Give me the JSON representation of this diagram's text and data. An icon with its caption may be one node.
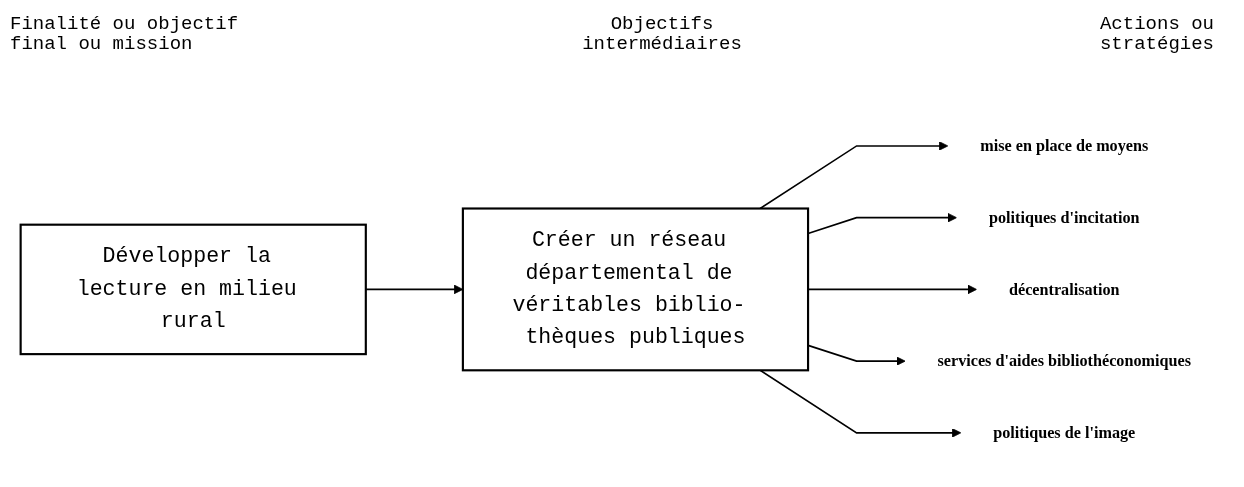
{
  "diagram": {
    "nodes": [
      {
        "text": [
          "Développer la lecture en milieu rural"
        ]
      },
      {
        "text": [
          "Créer un réseau départemental de véritables biblio- thèques publiques"
        ]
      },
      {
        "text": [
          "mise en place de moyens"
        ]
      },
      {
        "text": [
          "politiques d'incitation"
        ]
      },
      {
        "text": [
          "décentralisation"
        ]
      },
      {
        "text": [
          "services d'aides bibliothéconomiques"
        ]
      },
      {
        "text": [
          "politiques de l'image"
        ]
      }
    ],
    "edges": [
      {
        "from": 0,
        "to": 1,
        "arrow": "to"
      },
      {
        "from": 1,
        "to": 2,
        "arrow": "to"
      },
      {
        "from": 1,
        "to": 3,
        "arrow": "to"
      },
      {
        "from": 1,
        "to": 4,
        "arrow": "to"
      },
      {
        "from": 1,
        "to": 5,
        "arrow": "to"
      },
      {
        "from": 1,
        "to": 6,
        "arrow": "to"
      }
    ],
    "labels": [
      "Finalité ou objectif final ou mission",
      "Objectifs intermédiaires",
      "Actions ou stratégies"
    ]
  }
}
